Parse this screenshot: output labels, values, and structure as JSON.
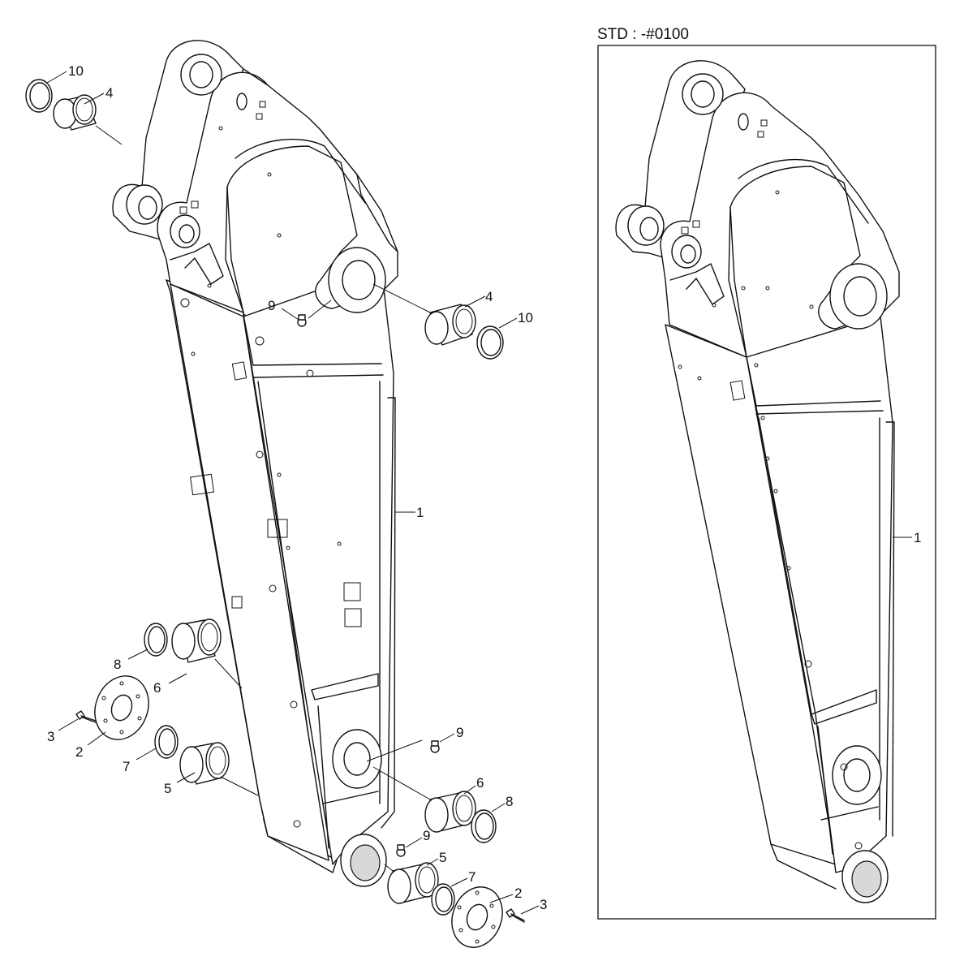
{
  "variant_box": {
    "label": "STD : -#0100"
  },
  "callouts": [
    {
      "id": "main-10-top",
      "text": "10"
    },
    {
      "id": "main-4-top",
      "text": "4"
    },
    {
      "id": "main-9-upper",
      "text": "9"
    },
    {
      "id": "main-4-right",
      "text": "4"
    },
    {
      "id": "main-10-right",
      "text": "10"
    },
    {
      "id": "main-1",
      "text": "1"
    },
    {
      "id": "main-8-left",
      "text": "8"
    },
    {
      "id": "main-6-left",
      "text": "6"
    },
    {
      "id": "main-3-left",
      "text": "3"
    },
    {
      "id": "main-2-left",
      "text": "2"
    },
    {
      "id": "main-7-left",
      "text": "7"
    },
    {
      "id": "main-5-left",
      "text": "5"
    },
    {
      "id": "main-9-mid",
      "text": "9"
    },
    {
      "id": "main-6-right",
      "text": "6"
    },
    {
      "id": "main-8-right",
      "text": "8"
    },
    {
      "id": "main-9-lower",
      "text": "9"
    },
    {
      "id": "main-5-right",
      "text": "5"
    },
    {
      "id": "main-7-right",
      "text": "7"
    },
    {
      "id": "main-2-right",
      "text": "2"
    },
    {
      "id": "main-3-right",
      "text": "3"
    },
    {
      "id": "variant-1",
      "text": "1"
    }
  ]
}
